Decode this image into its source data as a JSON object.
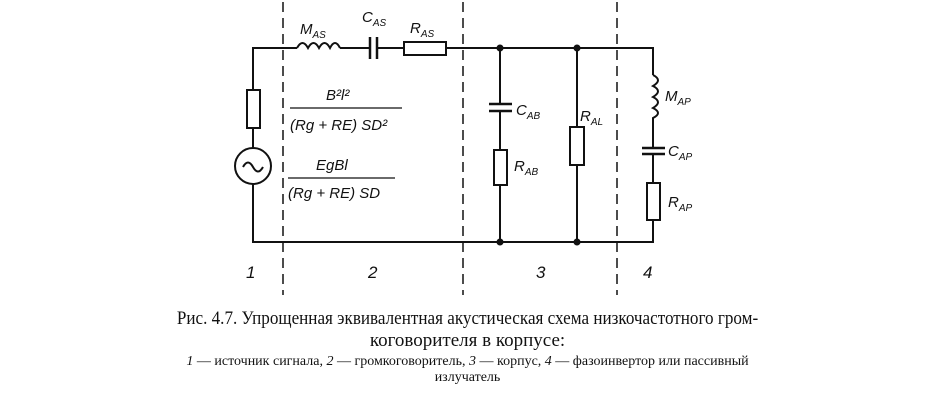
{
  "figure": {
    "components": {
      "m_as": "M",
      "m_as_sub": "AS",
      "c_as": "C",
      "c_as_sub": "AS",
      "r_as": "R",
      "r_as_sub": "AS",
      "c_ab": "C",
      "c_ab_sub": "AB",
      "r_ab": "R",
      "r_ab_sub": "AB",
      "r_al": "R",
      "r_al_sub": "AL",
      "m_ap": "M",
      "m_ap_sub": "AP",
      "c_ap": "C",
      "c_ap_sub": "AP",
      "r_ap": "R",
      "r_ap_sub": "AP"
    },
    "formula1": {
      "numerator": "B²l²",
      "denominator": "(Rg + RE) SD²"
    },
    "formula2": {
      "numerator": "EgBl",
      "denominator": "(Rg + RE) SD"
    },
    "sections": [
      "1",
      "2",
      "3",
      "4"
    ]
  },
  "caption": {
    "line1": "Рис. 4.7. Упрощенная эквивалентная акустическая схема низкочастотного гром-",
    "line2": "коговорителя в корпусе:",
    "legend": [
      {
        "num": "1",
        "text": " — источник сигнала, "
      },
      {
        "num": "2",
        "text": " — громкоговоритель, "
      },
      {
        "num": "3",
        "text": " — корпус, "
      },
      {
        "num": "4",
        "text": " — фазоинвертор или пассивный"
      }
    ],
    "line4": "излучатель"
  }
}
